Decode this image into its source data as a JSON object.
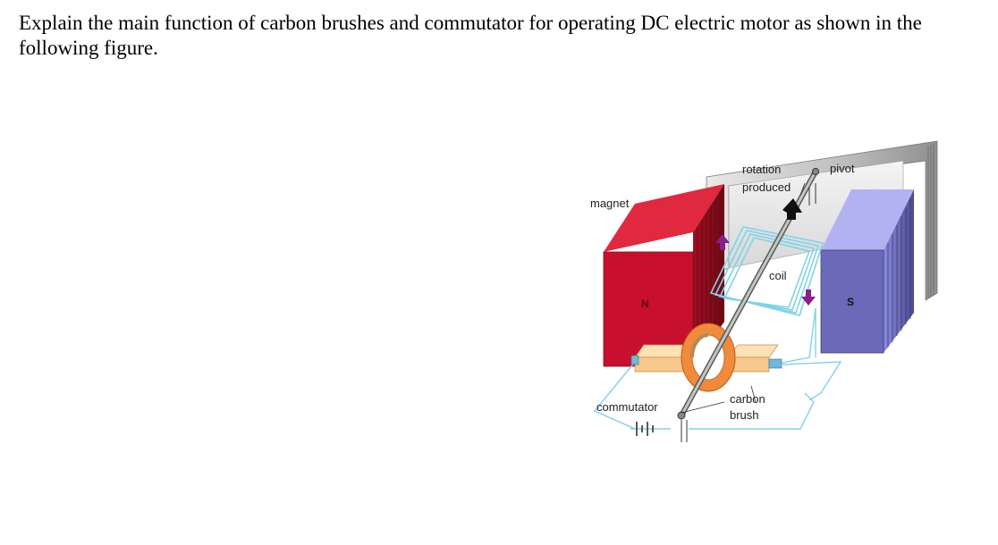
{
  "question": {
    "text": "Explain the main function of carbon brushes and commutator for operating DC electric motor as shown in the following figure."
  },
  "figure": {
    "labels": {
      "magnet": "magnet",
      "rotation": "rotation",
      "produced": "produced",
      "pivot": "pivot",
      "coil": "coil",
      "north": "N",
      "south": "S",
      "commutator": "commutator",
      "carbon": "carbon",
      "brush": "brush"
    },
    "colors": {
      "north_pole": "#c8102e",
      "south_pole": "#6a6ab8",
      "yoke": "#cfcfcf",
      "coil": "#7fd3e8",
      "commutator_ring": "#f08a3c",
      "brush_block": "#f7c98a",
      "arrow": "#8a1f8a"
    }
  }
}
